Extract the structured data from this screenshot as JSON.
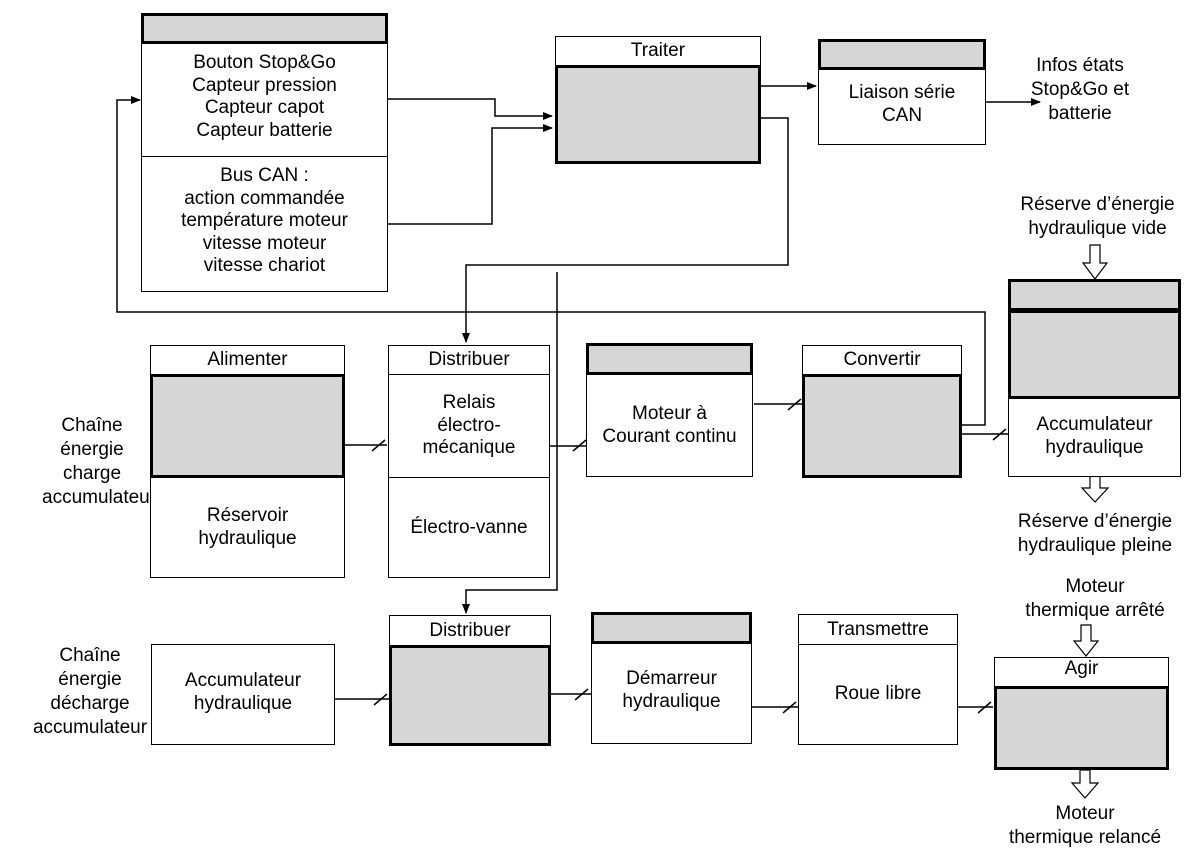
{
  "acquire": {
    "sensors": "Bouton Stop&Go\nCapteur pression\nCapteur capot\nCapteur batterie",
    "bus": "Bus CAN :\naction commandée\ntempérature moteur\nvitesse moteur\nvitesse chariot"
  },
  "traiter": {
    "title": "Traiter"
  },
  "communicate": {
    "body": "Liaison série\nCAN"
  },
  "infos": "Infos états\nStop&Go et\nbatterie",
  "chain_charge": {
    "side_label": "Chaîne\nénergie\ncharge\naccumulateur",
    "alimenter": {
      "title": "Alimenter",
      "body": "Réservoir\nhydraulique"
    },
    "distribuer": {
      "title": "Distribuer",
      "body_top": "Relais\nélectro-\nmécanique",
      "body_bottom": "Électro-vanne"
    },
    "moteur": {
      "body": "Moteur à\nCourant continu"
    },
    "convertir": {
      "title": "Convertir"
    },
    "accumulateur": {
      "body": "Accumulateur\nhydraulique"
    },
    "energy_in": "Réserve d’énergie\nhydraulique vide",
    "energy_out": "Réserve d’énergie\nhydraulique pleine"
  },
  "chain_decharge": {
    "side_label": "Chaîne\nénergie\ndécharge\naccumulateur",
    "accumulateur": {
      "body": "Accumulateur\nhydraulique"
    },
    "distribuer": {
      "title": "Distribuer"
    },
    "demarreur": {
      "body": "Démarreur\nhydraulique"
    },
    "transmettre": {
      "title": "Transmettre",
      "body": "Roue libre"
    },
    "agir": {
      "title": "Agir"
    },
    "energy_in": "Moteur\nthermique arrêté",
    "energy_out": "Moteur\nthermique relancé"
  }
}
